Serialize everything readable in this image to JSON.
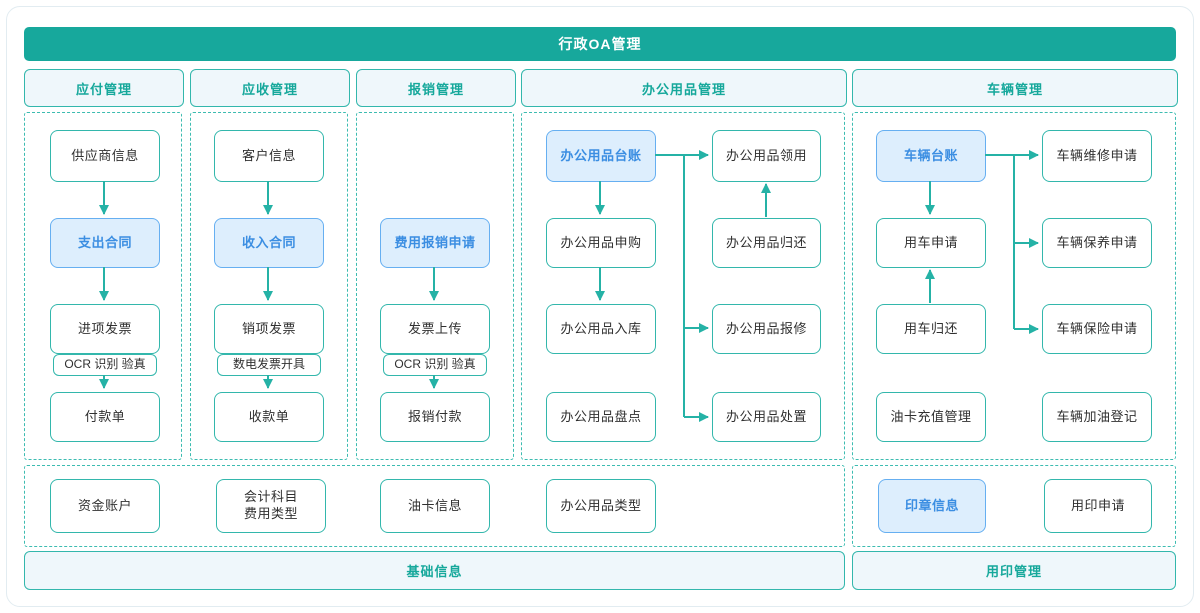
{
  "colors": {
    "teal": "#17a89c",
    "tealText": "#16a89b",
    "tealBorder": "#33b7ac",
    "tealDash": "#3dbcb1",
    "arrow": "#25b2a6",
    "panelBg": "#eff7fb",
    "blueBg": "#ddeefd",
    "blueBorder": "#66aff1",
    "blueText": "#3b8ee2",
    "boxText": "#303030"
  },
  "banner": {
    "title": "行政OA管理"
  },
  "headers": {
    "payable": "应付管理",
    "receivable": "应收管理",
    "reimburse": "报销管理",
    "office": "办公用品管理",
    "vehicle": "车辆管理"
  },
  "nodes": {
    "supplier_info": "供应商信息",
    "expense_contract": "支出合同",
    "input_invoice": "进项发票",
    "ocr_verify_1": "OCR 识别 验真",
    "payment_slip": "付款单",
    "customer_info": "客户信息",
    "income_contract": "收入合同",
    "output_invoice": "销项发票",
    "digital_invoice_issue": "数电发票开具",
    "receipt_slip": "收款单",
    "expense_reimburse_request": "费用报销申请",
    "invoice_upload": "发票上传",
    "ocr_verify_2": "OCR 识别 验真",
    "reimburse_payment": "报销付款",
    "office_ledger": "办公用品台账",
    "office_purchase": "办公用品申购",
    "office_inbound": "办公用品入库",
    "office_stocktake": "办公用品盘点",
    "office_claim": "办公用品领用",
    "office_return": "办公用品归还",
    "office_repair": "办公用品报修",
    "office_dispose": "办公用品处置",
    "vehicle_ledger": "车辆台账",
    "vehicle_use_request": "用车申请",
    "vehicle_use_return": "用车归还",
    "fuel_card_recharge": "油卡充值管理",
    "vehicle_repair_request": "车辆维修申请",
    "vehicle_maintain_request": "车辆保养申请",
    "vehicle_insurance_request": "车辆保险申请",
    "vehicle_fuel_log": "车辆加油登记"
  },
  "basics": {
    "fund_account": "资金账户",
    "accounting_subject": "会计科目",
    "expense_type": "费用类型",
    "fuel_card_info": "油卡信息",
    "office_supply_type": "办公用品类型",
    "seal_info": "印章信息",
    "seal_use_request": "用印申请"
  },
  "footers": {
    "basic_info": "基础信息",
    "seal_mgmt": "用印管理"
  }
}
